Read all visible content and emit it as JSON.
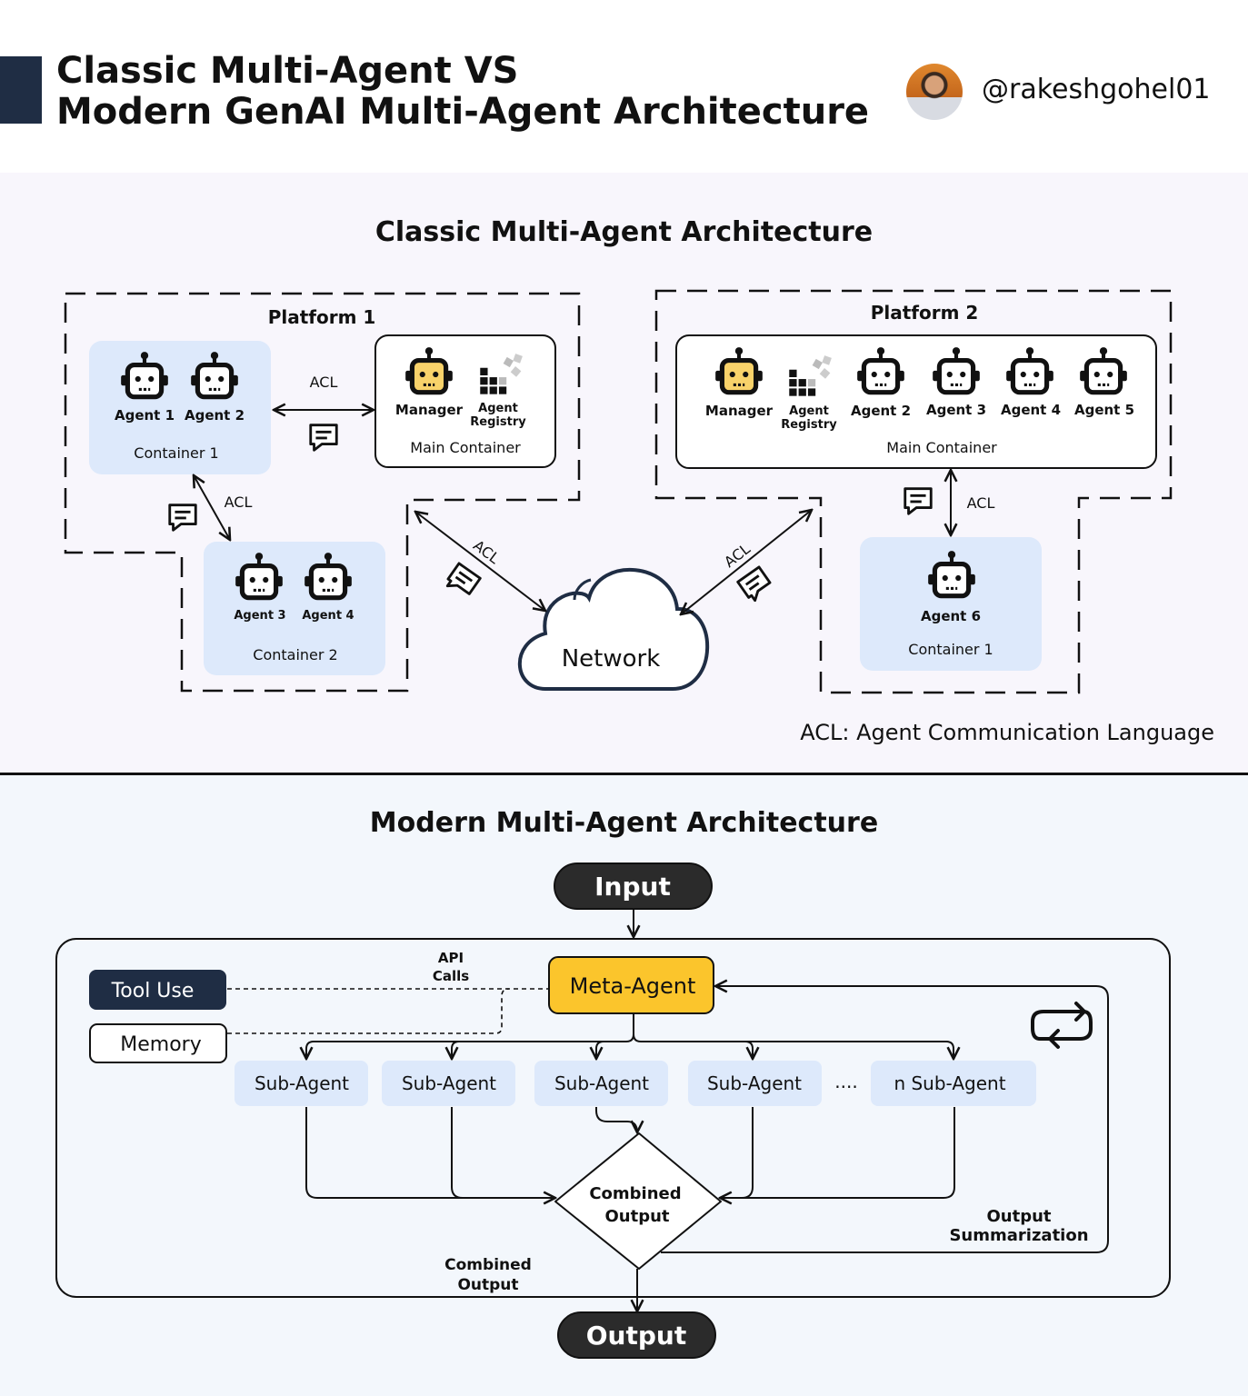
{
  "header": {
    "title_line1": "Classic Multi-Agent VS",
    "title_line2": "Modern GenAI Multi-Agent Architecture",
    "handle": "@rakeshgohel01"
  },
  "classic": {
    "title": "Classic Multi-Agent Architecture",
    "platform1": {
      "label": "Platform 1",
      "container1": {
        "label": "Container 1",
        "agents": [
          "Agent 1",
          "Agent 2"
        ]
      },
      "container2": {
        "label": "Container 2",
        "agents": [
          "Agent 3",
          "Agent 4"
        ]
      },
      "main_container": {
        "label": "Main Container",
        "manager": "Manager",
        "registry_line1": "Agent",
        "registry_line2": "Registry"
      }
    },
    "platform2": {
      "label": "Platform 2",
      "main_container": {
        "label": "Main Container",
        "manager": "Manager",
        "registry_line1": "Agent",
        "registry_line2": "Registry",
        "agents": [
          "Agent 2",
          "Agent 3",
          "Agent 4",
          "Agent 5"
        ]
      },
      "container1": {
        "label": "Container 1",
        "agents": [
          "Agent 6"
        ]
      }
    },
    "acl_label": "ACL",
    "network_label": "Network",
    "legend": "ACL: Agent Communication Language"
  },
  "modern": {
    "title": "Modern Multi-Agent Architecture",
    "input": "Input",
    "output": "Output",
    "meta_agent": "Meta-Agent",
    "tool_use": "Tool Use",
    "memory": "Memory",
    "api_calls_line1": "API",
    "api_calls_line2": "Calls",
    "sub_agents": [
      "Sub-Agent",
      "Sub-Agent",
      "Sub-Agent",
      "Sub-Agent"
    ],
    "ellipsis": "....",
    "n_sub_agent": "n Sub-Agent",
    "combined_line1": "Combined",
    "combined_line2": "Output",
    "combined_note_line1": "Combined",
    "combined_note_line2": "Output",
    "summary_line1": "Output",
    "summary_line2": "Summarization"
  },
  "colors": {
    "navy": "#1f2d44",
    "meta_yellow": "#fbc52c",
    "manager_yellow": "#f8d26a",
    "container_blue": "#dde9fb",
    "pill_dark": "#2b2b2b"
  }
}
